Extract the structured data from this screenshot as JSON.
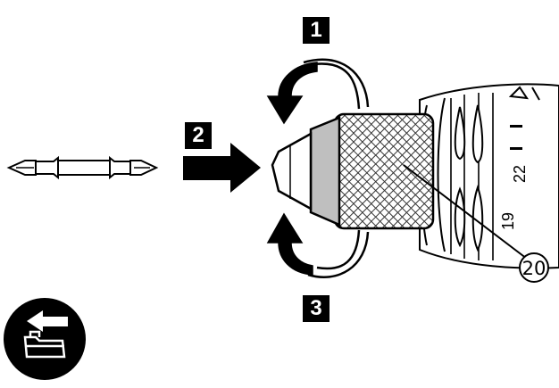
{
  "steps": {
    "step1": "1",
    "step2": "2",
    "step3": "3"
  },
  "callouts": {
    "chuck_sleeve": "20"
  },
  "dial_marks": [
    "19",
    "22"
  ],
  "icons": {
    "battery_removal": "remove-battery-icon",
    "insert_arrow": "arrow-right-icon",
    "tighten_arrow": "curved-arrow-clockwise-icon",
    "loosen_arrow": "curved-arrow-counterclockwise-icon"
  },
  "colors": {
    "line": "#000000",
    "chuck_grey": "#bfbfbf",
    "knurl": "#444444",
    "background": "#ffffff"
  }
}
